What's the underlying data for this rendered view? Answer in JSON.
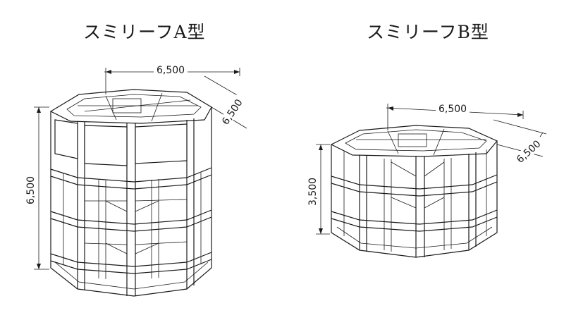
{
  "type_a": {
    "title": "スミリーフA型",
    "width_dim": "6,500",
    "depth_dim": "6,500",
    "height_dim": "6,500"
  },
  "type_b": {
    "title": "スミリーフB型",
    "width_dim": "6,500",
    "depth_dim": "6,500",
    "height_dim": "3,500"
  }
}
